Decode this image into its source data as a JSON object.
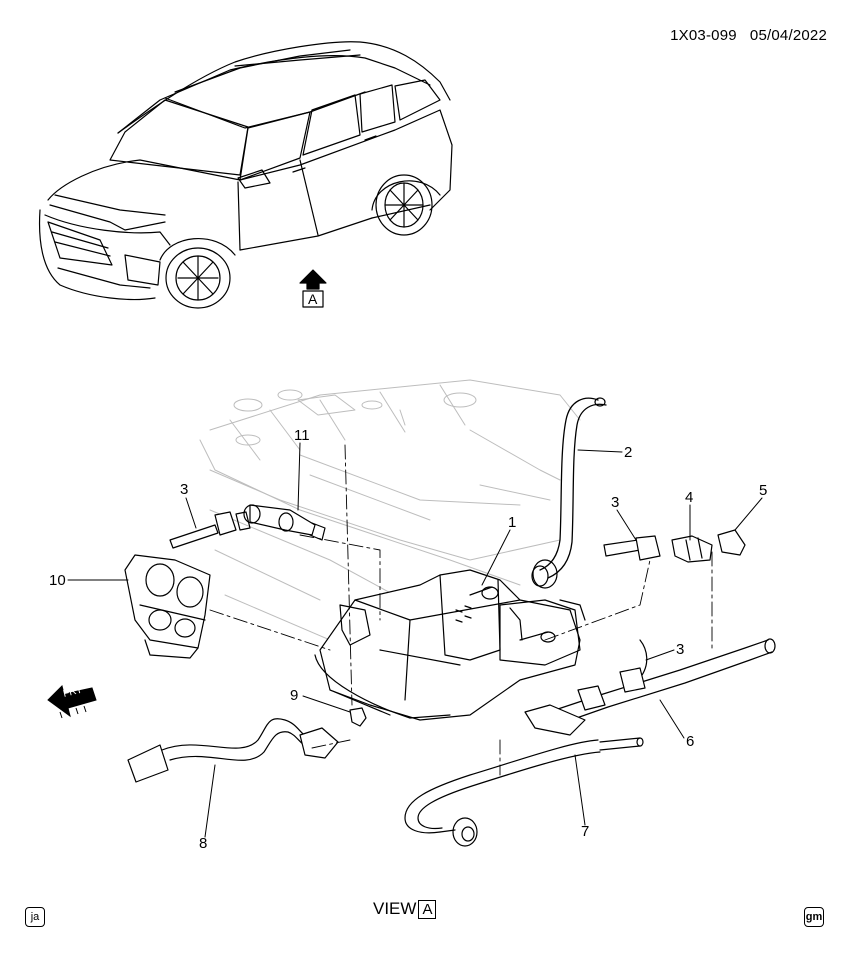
{
  "header": {
    "ref_code": "1X03-099",
    "date": "05/04/2022"
  },
  "view_arrow": {
    "letter": "A"
  },
  "footer": {
    "left_logo": "ja",
    "view_text": "VIEW",
    "view_letter": "A",
    "right_logo": "gm"
  },
  "frt_marker": {
    "text": "FRT"
  },
  "callouts": [
    {
      "id": "c1",
      "label": "1"
    },
    {
      "id": "c2",
      "label": "2"
    },
    {
      "id": "c3a",
      "label": "3"
    },
    {
      "id": "c3b",
      "label": "3"
    },
    {
      "id": "c3c",
      "label": "3"
    },
    {
      "id": "c4",
      "label": "4"
    },
    {
      "id": "c5",
      "label": "5"
    },
    {
      "id": "c6",
      "label": "6"
    },
    {
      "id": "c7",
      "label": "7"
    },
    {
      "id": "c8",
      "label": "8"
    },
    {
      "id": "c9",
      "label": "9"
    },
    {
      "id": "c10",
      "label": "10"
    },
    {
      "id": "c11",
      "label": "11"
    }
  ],
  "colors": {
    "line": "#000000",
    "faint": "#bdbdbd",
    "fill": "#ffffff",
    "shade": "#d9d9d9"
  },
  "icons": [
    "vehicle-illustration",
    "up-arrow-icon",
    "frt-arrow-icon",
    "evap-canister",
    "hose",
    "clip",
    "bracket"
  ]
}
